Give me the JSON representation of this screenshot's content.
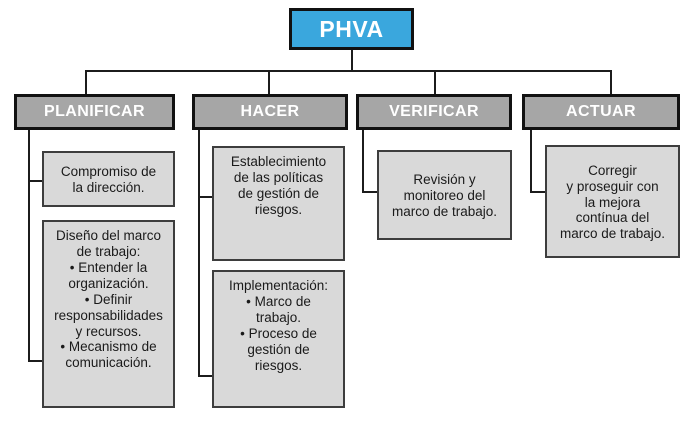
{
  "diagram": {
    "title": "PHVA",
    "root": {
      "label": "PHVA",
      "color": "#3aa7dd"
    },
    "columns": [
      {
        "header": "PLANIFICAR",
        "items": [
          {
            "text": "Compromiso de\nla dirección."
          },
          {
            "text": "Diseño del marco\nde trabajo:\n•  Entender la\norganización.\n•  Definir\nresponsabilidades\ny recursos.\n•  Mecanismo de\ncomunicación."
          }
        ]
      },
      {
        "header": "HACER",
        "items": [
          {
            "text": "Establecimiento\nde las políticas\nde gestión de\nriesgos."
          },
          {
            "text": "Implementación:\n•  Marco de\ntrabajo.\n•  Proceso de\ngestión de\nriesgos."
          }
        ]
      },
      {
        "header": "VERIFICAR",
        "items": [
          {
            "text": "Revisión y\nmonitoreo del\nmarco de trabajo."
          }
        ]
      },
      {
        "header": "ACTUAR",
        "items": [
          {
            "text": "Corregir\ny proseguir con\nla mejora\ncontínua del\nmarco de trabajo."
          }
        ]
      }
    ],
    "colors": {
      "root_fill": "#3aa7dd",
      "header_fill": "#a6a6a6",
      "item_fill": "#d9d9d9",
      "border_dark": "#111111",
      "item_border": "#3d3d3d",
      "background": "#ffffff"
    }
  }
}
